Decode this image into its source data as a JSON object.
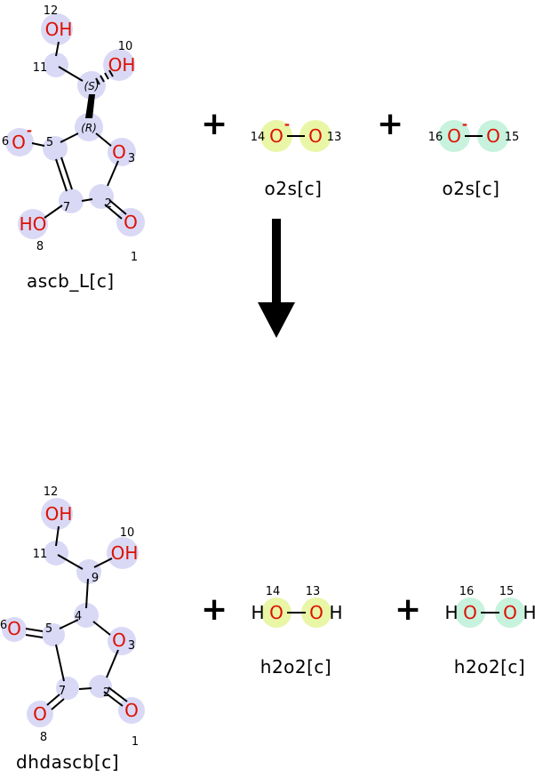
{
  "colors": {
    "lavender": "#d9d9f6",
    "lime": "#e9f6a6",
    "mint": "#c7f2dd",
    "oxygen": "#dd1100",
    "ink": "#000000"
  },
  "top": {
    "plus1": "+",
    "plus2": "+",
    "ascb": {
      "label": "ascb_L[c]",
      "atoms": {
        "o12": {
          "symbol": "OH",
          "num": "12"
        },
        "c11": {
          "num": "11"
        },
        "o10": {
          "symbol": "OH",
          "num": "10"
        },
        "c9": {
          "stereo": "(S)"
        },
        "c4": {
          "stereo": "(R)"
        },
        "o6": {
          "symbol": "O",
          "charge": "-",
          "num": "6"
        },
        "c5": {
          "num": "5"
        },
        "o3": {
          "symbol": "O",
          "num": "3"
        },
        "c7": {
          "num": "7"
        },
        "c2": {
          "num": "2"
        },
        "o8": {
          "symbol": "HO",
          "num": "8"
        },
        "o1": {
          "symbol": "O",
          "num": "1"
        }
      }
    },
    "o2s_1": {
      "label": "o2s[c]",
      "atoms": {
        "o_left": {
          "symbol": "O",
          "charge": "-",
          "num": "14"
        },
        "o_right": {
          "symbol": "O",
          "num": "13"
        }
      }
    },
    "o2s_2": {
      "label": "o2s[c]",
      "atoms": {
        "o_left": {
          "symbol": "O",
          "charge": "-",
          "num": "16"
        },
        "o_right": {
          "symbol": "O",
          "num": "15"
        }
      }
    }
  },
  "bottom": {
    "plus1": "+",
    "plus2": "+",
    "dhdascb": {
      "label": "dhdascb[c]",
      "atoms": {
        "o12": {
          "symbol": "OH",
          "num": "12"
        },
        "c11": {
          "num": "11"
        },
        "o10": {
          "symbol": "OH",
          "num": "10"
        },
        "c9": {
          "num": "9"
        },
        "c4": {
          "num": "4"
        },
        "o6": {
          "symbol": "O",
          "num": "6"
        },
        "c5": {
          "num": "5"
        },
        "o3": {
          "symbol": "O",
          "num": "3"
        },
        "c7": {
          "num": "7"
        },
        "c2": {
          "num": "2"
        },
        "o8": {
          "symbol": "O",
          "num": "8"
        },
        "o1": {
          "symbol": "O",
          "num": "1"
        }
      }
    },
    "h2o2_1": {
      "label": "h2o2[c]",
      "atoms": {
        "h_left": "H",
        "o_left": {
          "symbol": "O",
          "num": "14"
        },
        "o_right": {
          "symbol": "O",
          "num": "13"
        },
        "h_right": "H"
      }
    },
    "h2o2_2": {
      "label": "h2o2[c]",
      "atoms": {
        "h_left": "H",
        "o_left": {
          "symbol": "O",
          "num": "16"
        },
        "o_right": {
          "symbol": "O",
          "num": "15"
        },
        "h_right": "H"
      }
    }
  }
}
